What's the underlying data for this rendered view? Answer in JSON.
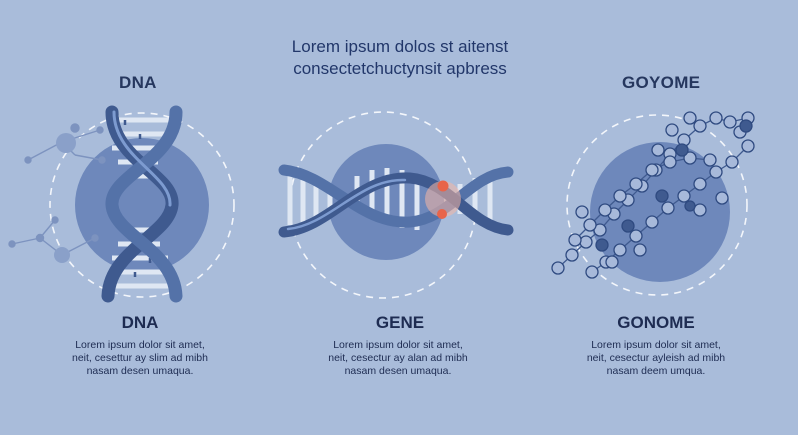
{
  "headline": {
    "line1": "Lorem ipsum dolos st aitenst",
    "line2": "consectetchuctynsit apbress"
  },
  "columns": [
    {
      "top_label": "DNA",
      "title": "DNA",
      "desc": [
        "Lorem ipsum dolor sit amet,",
        "neit, cesettur ay slim ad mibh",
        "nasam desen umaqua."
      ]
    },
    {
      "top_label": "",
      "title": "GENE",
      "desc": [
        "Lorem ipsum dolor sit amet,",
        "neit, cesectur ay alan ad mibh",
        "nasam desen umaqua."
      ]
    },
    {
      "top_label": "GOYOME",
      "title": "GONOME",
      "desc": [
        "Lorem ipsum dolor sit amet,",
        "neit, cesectur ayleish ad mibh",
        "nasam deem umqua."
      ]
    }
  ],
  "colors": {
    "background": "#a9bcda",
    "circle": "#6e88bb",
    "helix": "#3f5a8f",
    "highlight": "#e8644a"
  }
}
